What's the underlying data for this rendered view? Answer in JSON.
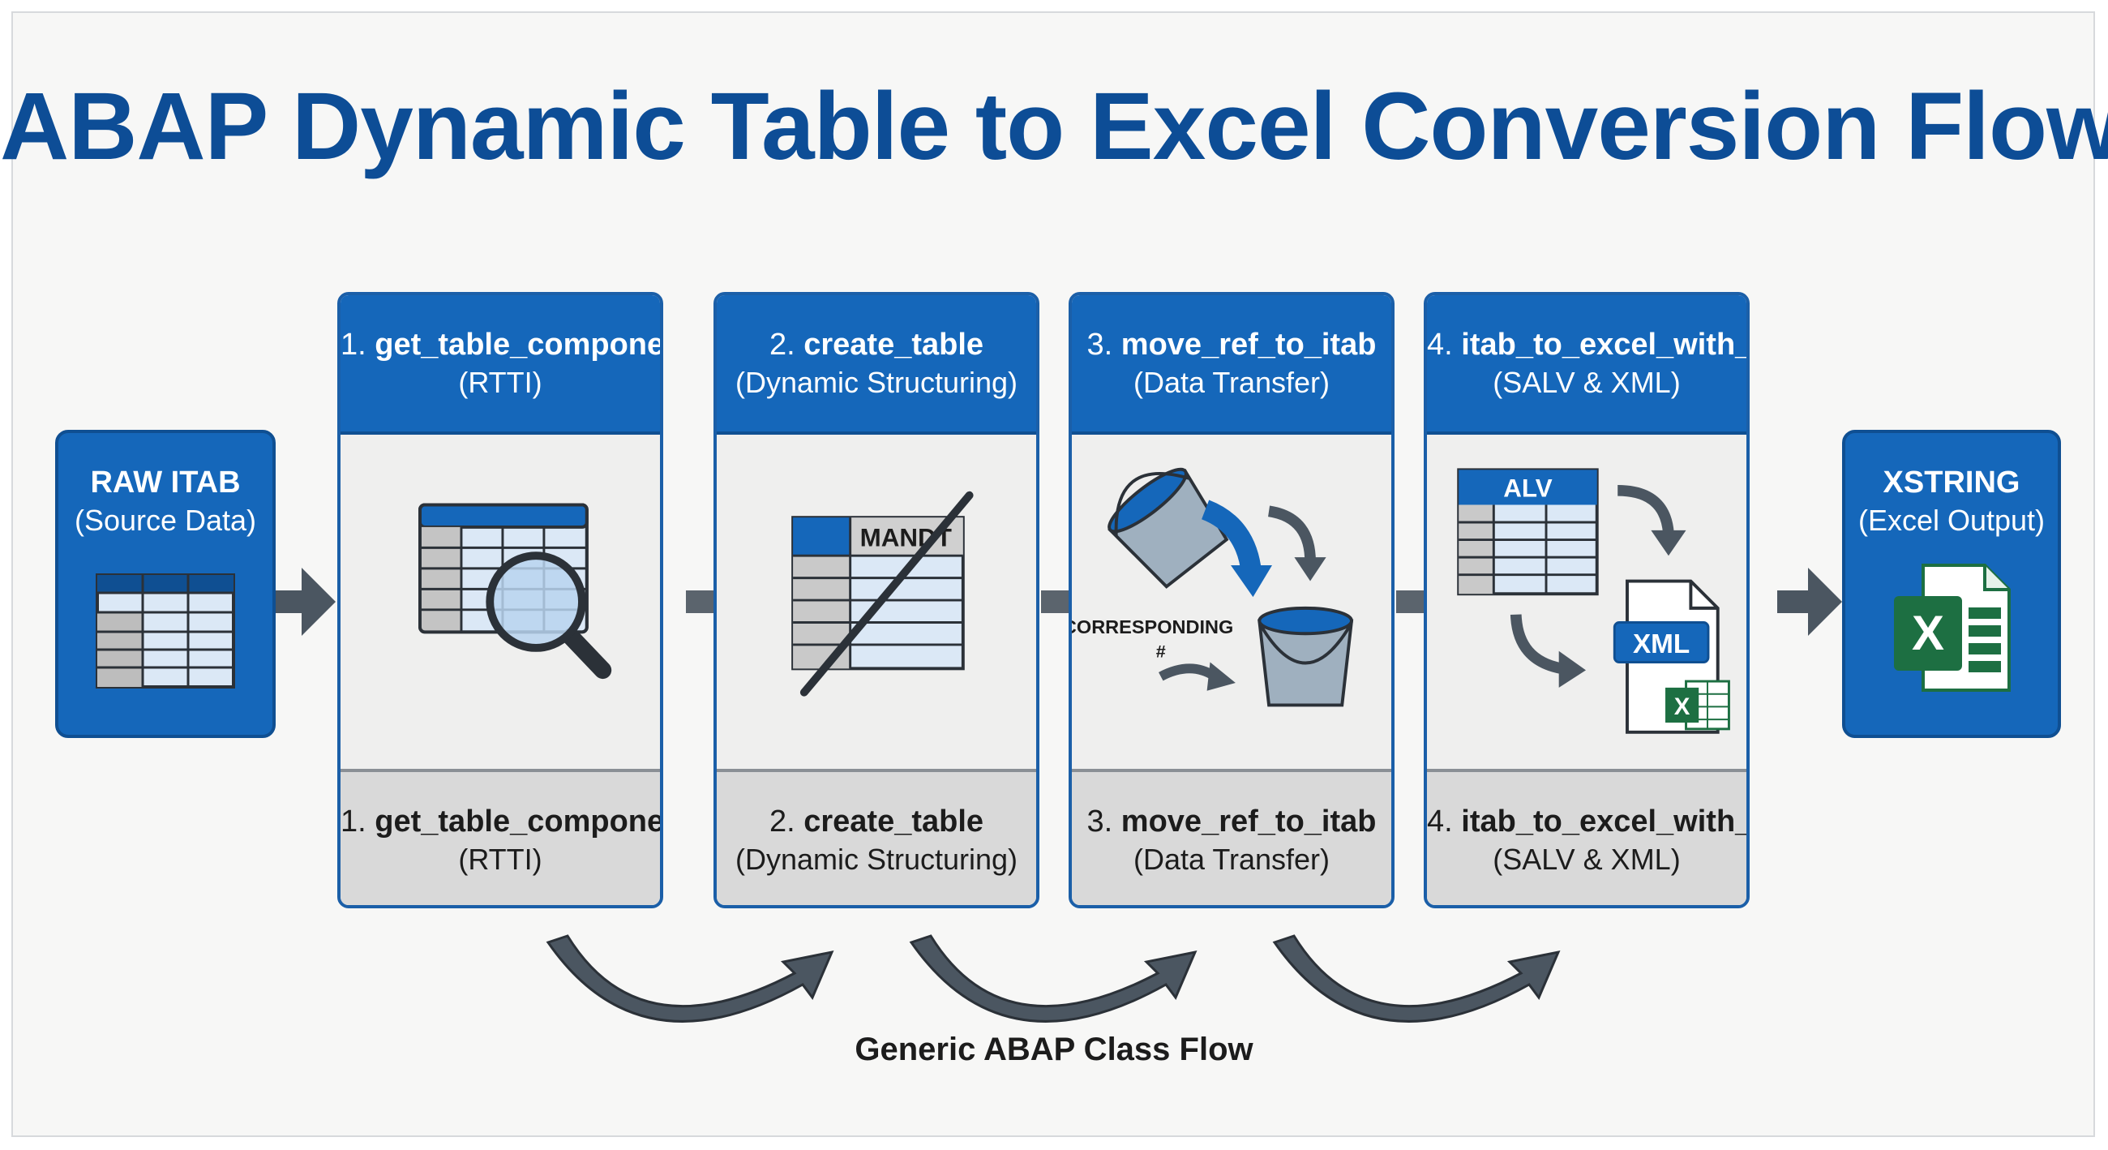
{
  "title": "ABAP Dynamic Table to Excel Conversion Flow",
  "source": {
    "title": "RAW ITAB",
    "subtitle": "(Source Data)",
    "icon": "table-icon"
  },
  "output": {
    "title": "XSTRING",
    "subtitle": "(Excel Output)",
    "icon": "excel-icon"
  },
  "steps": [
    {
      "num": "1.",
      "name": "get_table_component",
      "desc": "(RTTI)",
      "icon": "table-magnifier-icon"
    },
    {
      "num": "2.",
      "name": "create_table",
      "desc": "(Dynamic Structuring)",
      "icon": "table-mandt-strike-icon",
      "illus_label": "MANDT"
    },
    {
      "num": "3.",
      "name": "move_ref_to_itab",
      "desc": "(Data Transfer)",
      "icon": "buckets-transfer-icon",
      "illus_label": "CORRESPONDING",
      "illus_sub": "#"
    },
    {
      "num": "4.",
      "name": "itab_to_excel_with_salv",
      "desc": "(SALV & XML)",
      "icon": "alv-xml-excel-icon",
      "illus_label": "ALV",
      "illus_badge": "XML",
      "illus_x": "X"
    }
  ],
  "excel_letter": "X",
  "footer": "Generic ABAP Class Flow",
  "colors": {
    "blue": "#1567ba",
    "dark_blue": "#0f4f92",
    "title": "#0d4d96",
    "gray": "#d9d9d9",
    "arrow": "#4b5661"
  }
}
